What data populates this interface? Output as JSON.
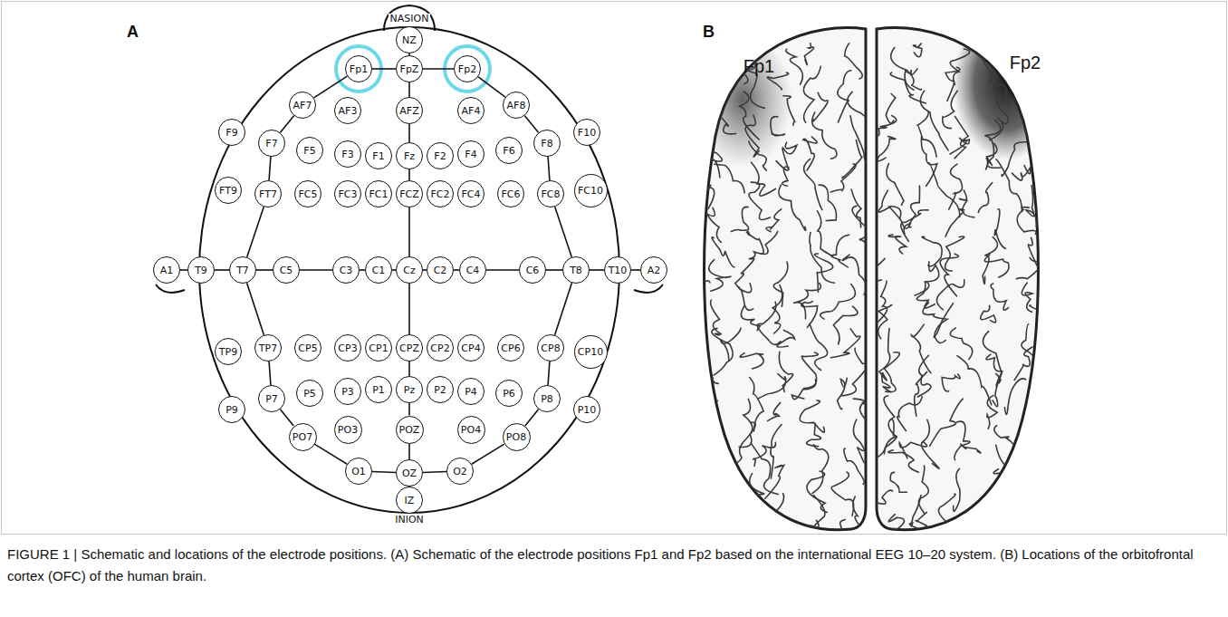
{
  "diagram": {
    "caption": "FIGURE 1 | Schematic and locations of the electrode positions. (A) Schematic of the electrode positions Fp1 and Fp2 based on the international EEG 10–20 system. (B) Locations of the orbitofrontal cortex (OFC) of the human brain.",
    "nodes": [
      {
        "text": [
          "NZ"
        ]
      },
      {
        "text": [
          "Fp1"
        ]
      },
      {
        "text": [
          "FpZ"
        ]
      },
      {
        "text": [
          "Fp2"
        ]
      },
      {
        "text": [
          "AF7"
        ]
      },
      {
        "text": [
          "AF3"
        ]
      },
      {
        "text": [
          "AFZ"
        ]
      },
      {
        "text": [
          "AF4"
        ]
      },
      {
        "text": [
          "AF8"
        ]
      },
      {
        "text": [
          "F9"
        ]
      },
      {
        "text": [
          "F7"
        ]
      },
      {
        "text": [
          "F5"
        ]
      },
      {
        "text": [
          "F3"
        ]
      },
      {
        "text": [
          "F1"
        ]
      },
      {
        "text": [
          "Fz"
        ]
      },
      {
        "text": [
          "F2"
        ]
      },
      {
        "text": [
          "F4"
        ]
      },
      {
        "text": [
          "F6"
        ]
      },
      {
        "text": [
          "F8"
        ]
      },
      {
        "text": [
          "F10"
        ]
      },
      {
        "text": [
          "FT9"
        ]
      },
      {
        "text": [
          "FT7"
        ]
      },
      {
        "text": [
          "FC5"
        ]
      },
      {
        "text": [
          "FC3"
        ]
      },
      {
        "text": [
          "FC1"
        ]
      },
      {
        "text": [
          "FCZ"
        ]
      },
      {
        "text": [
          "FC2"
        ]
      },
      {
        "text": [
          "FC4"
        ]
      },
      {
        "text": [
          "FC6"
        ]
      },
      {
        "text": [
          "FC8"
        ]
      },
      {
        "text": [
          "FC10"
        ]
      },
      {
        "text": [
          "A1"
        ]
      },
      {
        "text": [
          "T9"
        ]
      },
      {
        "text": [
          "T7"
        ]
      },
      {
        "text": [
          "C5"
        ]
      },
      {
        "text": [
          "C3"
        ]
      },
      {
        "text": [
          "C1"
        ]
      },
      {
        "text": [
          "Cz"
        ]
      },
      {
        "text": [
          "C2"
        ]
      },
      {
        "text": [
          "C4"
        ]
      },
      {
        "text": [
          "C6"
        ]
      },
      {
        "text": [
          "T8"
        ]
      },
      {
        "text": [
          "T10"
        ]
      },
      {
        "text": [
          "A2"
        ]
      },
      {
        "text": [
          "TP9"
        ]
      },
      {
        "text": [
          "TP7"
        ]
      },
      {
        "text": [
          "CP5"
        ]
      },
      {
        "text": [
          "CP3"
        ]
      },
      {
        "text": [
          "CP1"
        ]
      },
      {
        "text": [
          "CPZ"
        ]
      },
      {
        "text": [
          "CP2"
        ]
      },
      {
        "text": [
          "CP4"
        ]
      },
      {
        "text": [
          "CP6"
        ]
      },
      {
        "text": [
          "CP8"
        ]
      },
      {
        "text": [
          "CP10"
        ]
      },
      {
        "text": [
          "P9"
        ]
      },
      {
        "text": [
          "P7"
        ]
      },
      {
        "text": [
          "P5"
        ]
      },
      {
        "text": [
          "P3"
        ]
      },
      {
        "text": [
          "P1"
        ]
      },
      {
        "text": [
          "Pz"
        ]
      },
      {
        "text": [
          "P2"
        ]
      },
      {
        "text": [
          "P4"
        ]
      },
      {
        "text": [
          "P6"
        ]
      },
      {
        "text": [
          "P8"
        ]
      },
      {
        "text": [
          "P10"
        ]
      },
      {
        "text": [
          "PO7"
        ]
      },
      {
        "text": [
          "PO3"
        ]
      },
      {
        "text": [
          "POZ"
        ]
      },
      {
        "text": [
          "PO4"
        ]
      },
      {
        "text": [
          "PO8"
        ]
      },
      {
        "text": [
          "O1"
        ]
      },
      {
        "text": [
          "OZ"
        ]
      },
      {
        "text": [
          "O2"
        ]
      },
      {
        "text": [
          "IZ"
        ]
      }
    ],
    "edges": [
      {
        "from": 0,
        "to": 2,
        "arrow": "none"
      },
      {
        "from": 2,
        "to": 6,
        "arrow": "none"
      },
      {
        "from": 6,
        "to": 14,
        "arrow": "none"
      },
      {
        "from": 14,
        "to": 25,
        "arrow": "none"
      },
      {
        "from": 25,
        "to": 37,
        "arrow": "none"
      },
      {
        "from": 37,
        "to": 49,
        "arrow": "none"
      },
      {
        "from": 49,
        "to": 60,
        "arrow": "none"
      },
      {
        "from": 60,
        "to": 68,
        "arrow": "none"
      },
      {
        "from": 68,
        "to": 72,
        "arrow": "none"
      },
      {
        "from": 72,
        "to": 74,
        "arrow": "none"
      },
      {
        "from": 31,
        "to": 32,
        "arrow": "none"
      },
      {
        "from": 32,
        "to": 33,
        "arrow": "none"
      },
      {
        "from": 33,
        "to": 34,
        "arrow": "none"
      },
      {
        "from": 34,
        "to": 35,
        "arrow": "none"
      },
      {
        "from": 35,
        "to": 36,
        "arrow": "none"
      },
      {
        "from": 36,
        "to": 37,
        "arrow": "none"
      },
      {
        "from": 37,
        "to": 38,
        "arrow": "none"
      },
      {
        "from": 38,
        "to": 39,
        "arrow": "none"
      },
      {
        "from": 39,
        "to": 40,
        "arrow": "none"
      },
      {
        "from": 40,
        "to": 41,
        "arrow": "none"
      },
      {
        "from": 41,
        "to": 42,
        "arrow": "none"
      },
      {
        "from": 42,
        "to": 43,
        "arrow": "none"
      },
      {
        "from": 2,
        "to": 1,
        "arrow": "none"
      },
      {
        "from": 1,
        "to": 4,
        "arrow": "none"
      },
      {
        "from": 4,
        "to": 10,
        "arrow": "none"
      },
      {
        "from": 10,
        "to": 21,
        "arrow": "none"
      },
      {
        "from": 21,
        "to": 33,
        "arrow": "none"
      },
      {
        "from": 33,
        "to": 45,
        "arrow": "none"
      },
      {
        "from": 45,
        "to": 56,
        "arrow": "none"
      },
      {
        "from": 56,
        "to": 66,
        "arrow": "none"
      },
      {
        "from": 66,
        "to": 71,
        "arrow": "none"
      },
      {
        "from": 71,
        "to": 72,
        "arrow": "none"
      },
      {
        "from": 2,
        "to": 3,
        "arrow": "none"
      },
      {
        "from": 3,
        "to": 8,
        "arrow": "none"
      },
      {
        "from": 8,
        "to": 18,
        "arrow": "none"
      },
      {
        "from": 18,
        "to": 29,
        "arrow": "none"
      },
      {
        "from": 29,
        "to": 41,
        "arrow": "none"
      },
      {
        "from": 41,
        "to": 53,
        "arrow": "none"
      },
      {
        "from": 53,
        "to": 64,
        "arrow": "none"
      },
      {
        "from": 64,
        "to": 70,
        "arrow": "none"
      },
      {
        "from": 70,
        "to": 73,
        "arrow": "none"
      },
      {
        "from": 73,
        "to": 72,
        "arrow": "none"
      }
    ],
    "labels": [
      "A",
      "NASION",
      "INION",
      "B",
      "Fp1",
      "Fp2"
    ]
  }
}
